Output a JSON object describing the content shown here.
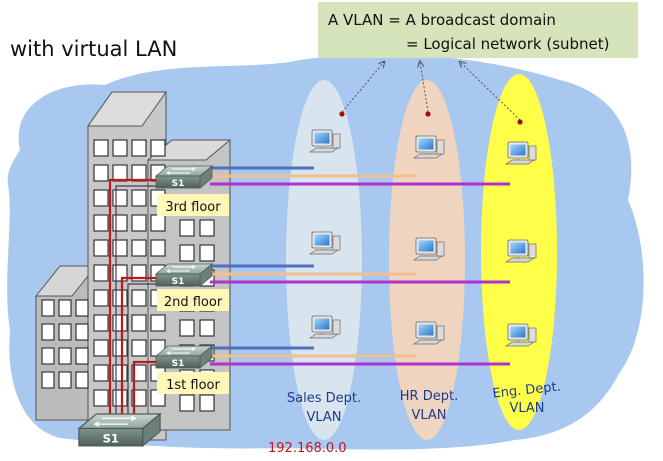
{
  "slide": {
    "title": "with virtual LAN",
    "definition": {
      "line1": "A VLAN = A broadcast domain",
      "line2": "= Logical network (subnet)"
    },
    "switch_label": "S1",
    "floors": [
      "3rd floor",
      "2nd floor",
      "1st floor"
    ],
    "vlans": [
      {
        "line1": "Sales Dept.",
        "line2": "VLAN"
      },
      {
        "line1": "HR Dept.",
        "line2": "VLAN"
      },
      {
        "line1": "Eng. Dept.",
        "line2": "VLAN"
      }
    ],
    "subnet": "192.168.0.0"
  },
  "colors": {
    "cloud": "#a8c8f0",
    "box_bg": "#d6e4bc",
    "floor_label_bg": "#fff7b8",
    "building": "#c8c8c8",
    "sales_vlan": "#dce6ee",
    "hr_vlan": "#f2d6bc",
    "eng_vlan": "#ffff4a",
    "line_blue": "#4f6fc0",
    "line_orange": "#f0c090",
    "line_purple": "#b030d0",
    "uplink": "#c01818",
    "subnet_text": "#c01818",
    "vlan_text": "#1e3a8c"
  },
  "icons": [
    "switch-icon",
    "computer-icon"
  ]
}
